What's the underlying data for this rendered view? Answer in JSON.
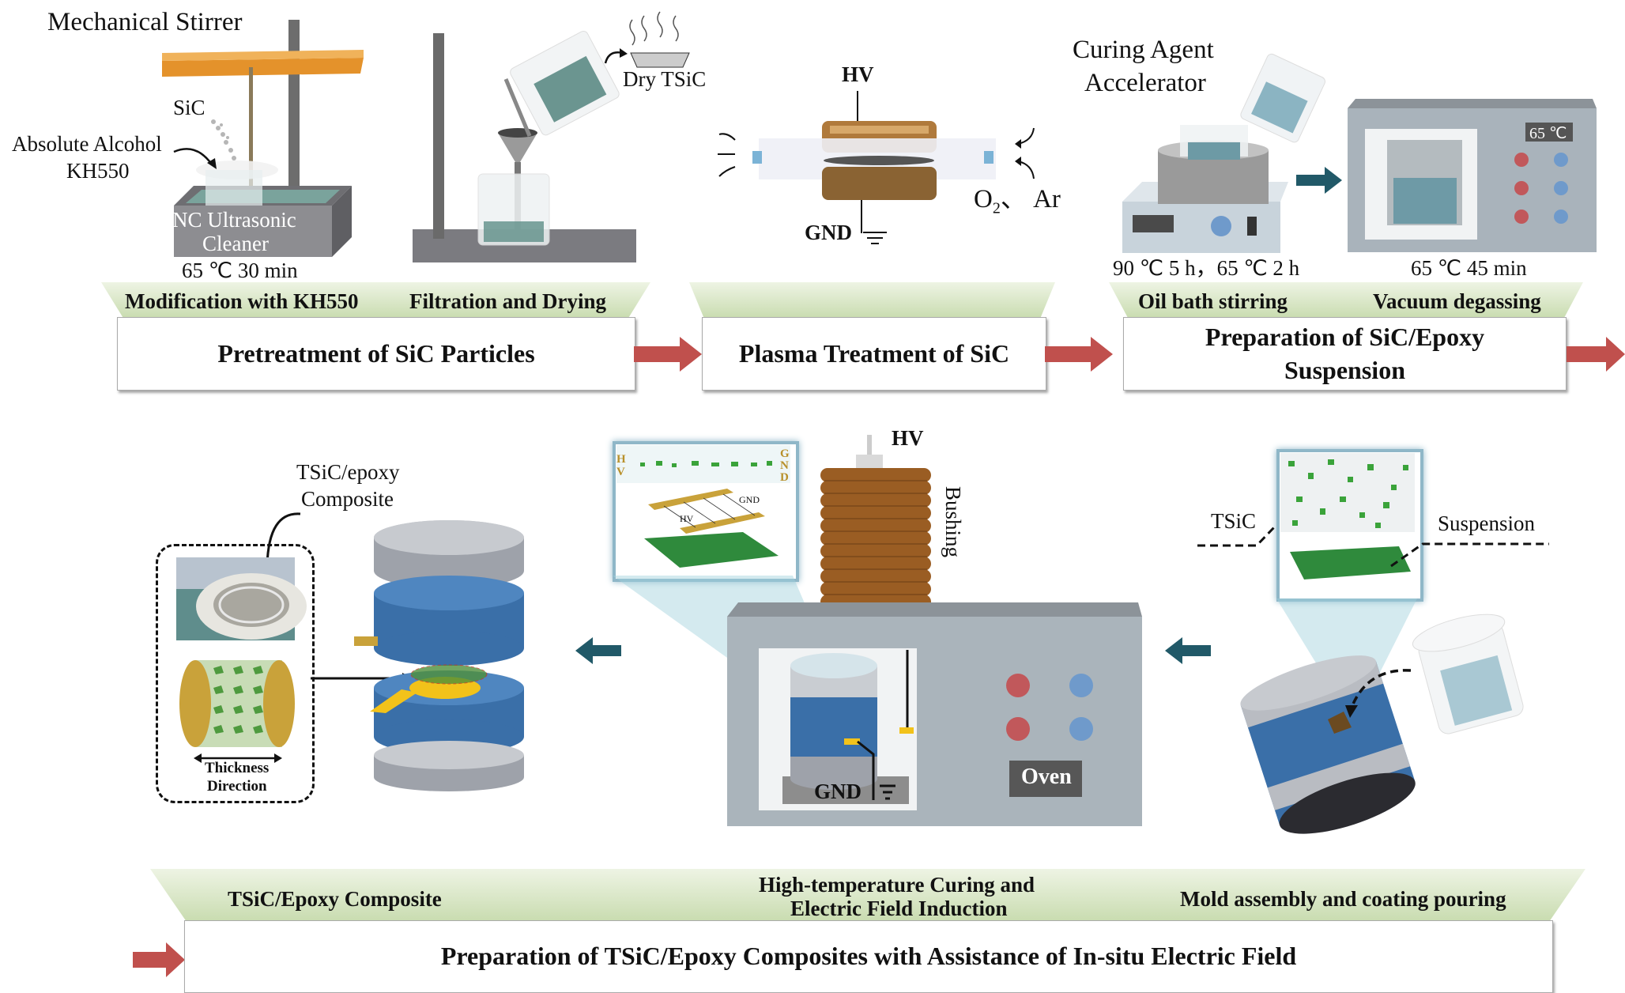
{
  "top_row": {
    "stage1": {
      "title": "Pretreatment of SiC Particles",
      "substeps": [
        "Modification with KH550",
        "Filtration and Drying"
      ],
      "labels": {
        "stirrer": "Mechanical Stirrer",
        "sic": "SiC",
        "alcohol": "Absolute Alcohol",
        "kh550": "KH550",
        "cleaner_line1": "NC Ultrasonic",
        "cleaner_line2": "Cleaner",
        "condition": "65 ℃ 30 min",
        "dry": "Dry TSiC"
      }
    },
    "stage2": {
      "title": "Plasma Treatment of SiC",
      "labels": {
        "hv": "HV",
        "gnd": "GND",
        "gas_main": "O",
        "gas_sub": "2",
        "gas_rest": "、 Ar"
      }
    },
    "stage3": {
      "title_line1": "Preparation of SiC/Epoxy",
      "title_line2": "Suspension",
      "substeps": [
        "Oil bath stirring",
        "Vacuum degassing"
      ],
      "labels": {
        "curing_line1": "Curing Agent",
        "curing_line2": "Accelerator",
        "oil_condition": "90 ℃ 5 h，65 ℃ 2 h",
        "vac_condition": "65 ℃ 45 min",
        "vac_display": "65 ℃"
      }
    }
  },
  "bottom_row": {
    "title": "Preparation of TSiC/Epoxy Composites with Assistance of In-situ Electric Field",
    "substeps": {
      "left": "TSiC/Epoxy Composite",
      "middle_line1": "High-temperature Curing and",
      "middle_line2": "Electric Field Induction",
      "right": "Mold assembly and coating pouring"
    },
    "labels": {
      "composite_line1": "TSiC/epoxy",
      "composite_line2": "Composite",
      "thickness_line1": "Thickness",
      "thickness_line2": "Direction",
      "hv": "HV",
      "bushing": "Bushing",
      "gnd": "GND",
      "oven": "Oven",
      "inset_hv_h": "H",
      "inset_hv_v": "V",
      "inset_gnd_g": "G",
      "inset_gnd_n": "N",
      "inset_gnd_d": "D",
      "inset_bar_gnd": "GND",
      "inset_bar_hv": "HV",
      "tsic": "TSiC",
      "suspension": "Suspension"
    }
  },
  "colors": {
    "flow_arrow": "#c0504d",
    "process_arrow": "#215968",
    "banner_green": "#c9dcb0",
    "mold_blue": "#3a6fa8",
    "electrode_gold": "#c9a23a"
  }
}
